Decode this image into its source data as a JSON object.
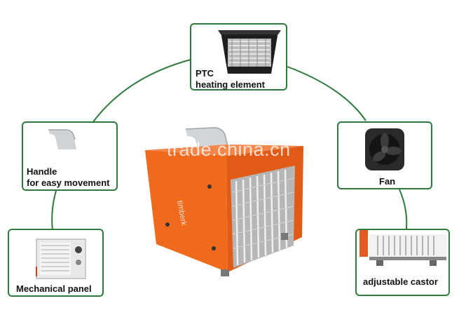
{
  "features": {
    "ptc": {
      "line1": "PTC",
      "line2": "heating element"
    },
    "handle": {
      "line1": "Handle",
      "line2": "for easy movement"
    },
    "fan": {
      "label": "Fan"
    },
    "panel": {
      "label": "Mechanical panel"
    },
    "castor": {
      "label": "adjustable castor"
    }
  },
  "product": {
    "brand": "timberk"
  },
  "watermark": "trade.china.cn",
  "colors": {
    "accent": "#2d7a3c",
    "body": "#f06a1d"
  }
}
